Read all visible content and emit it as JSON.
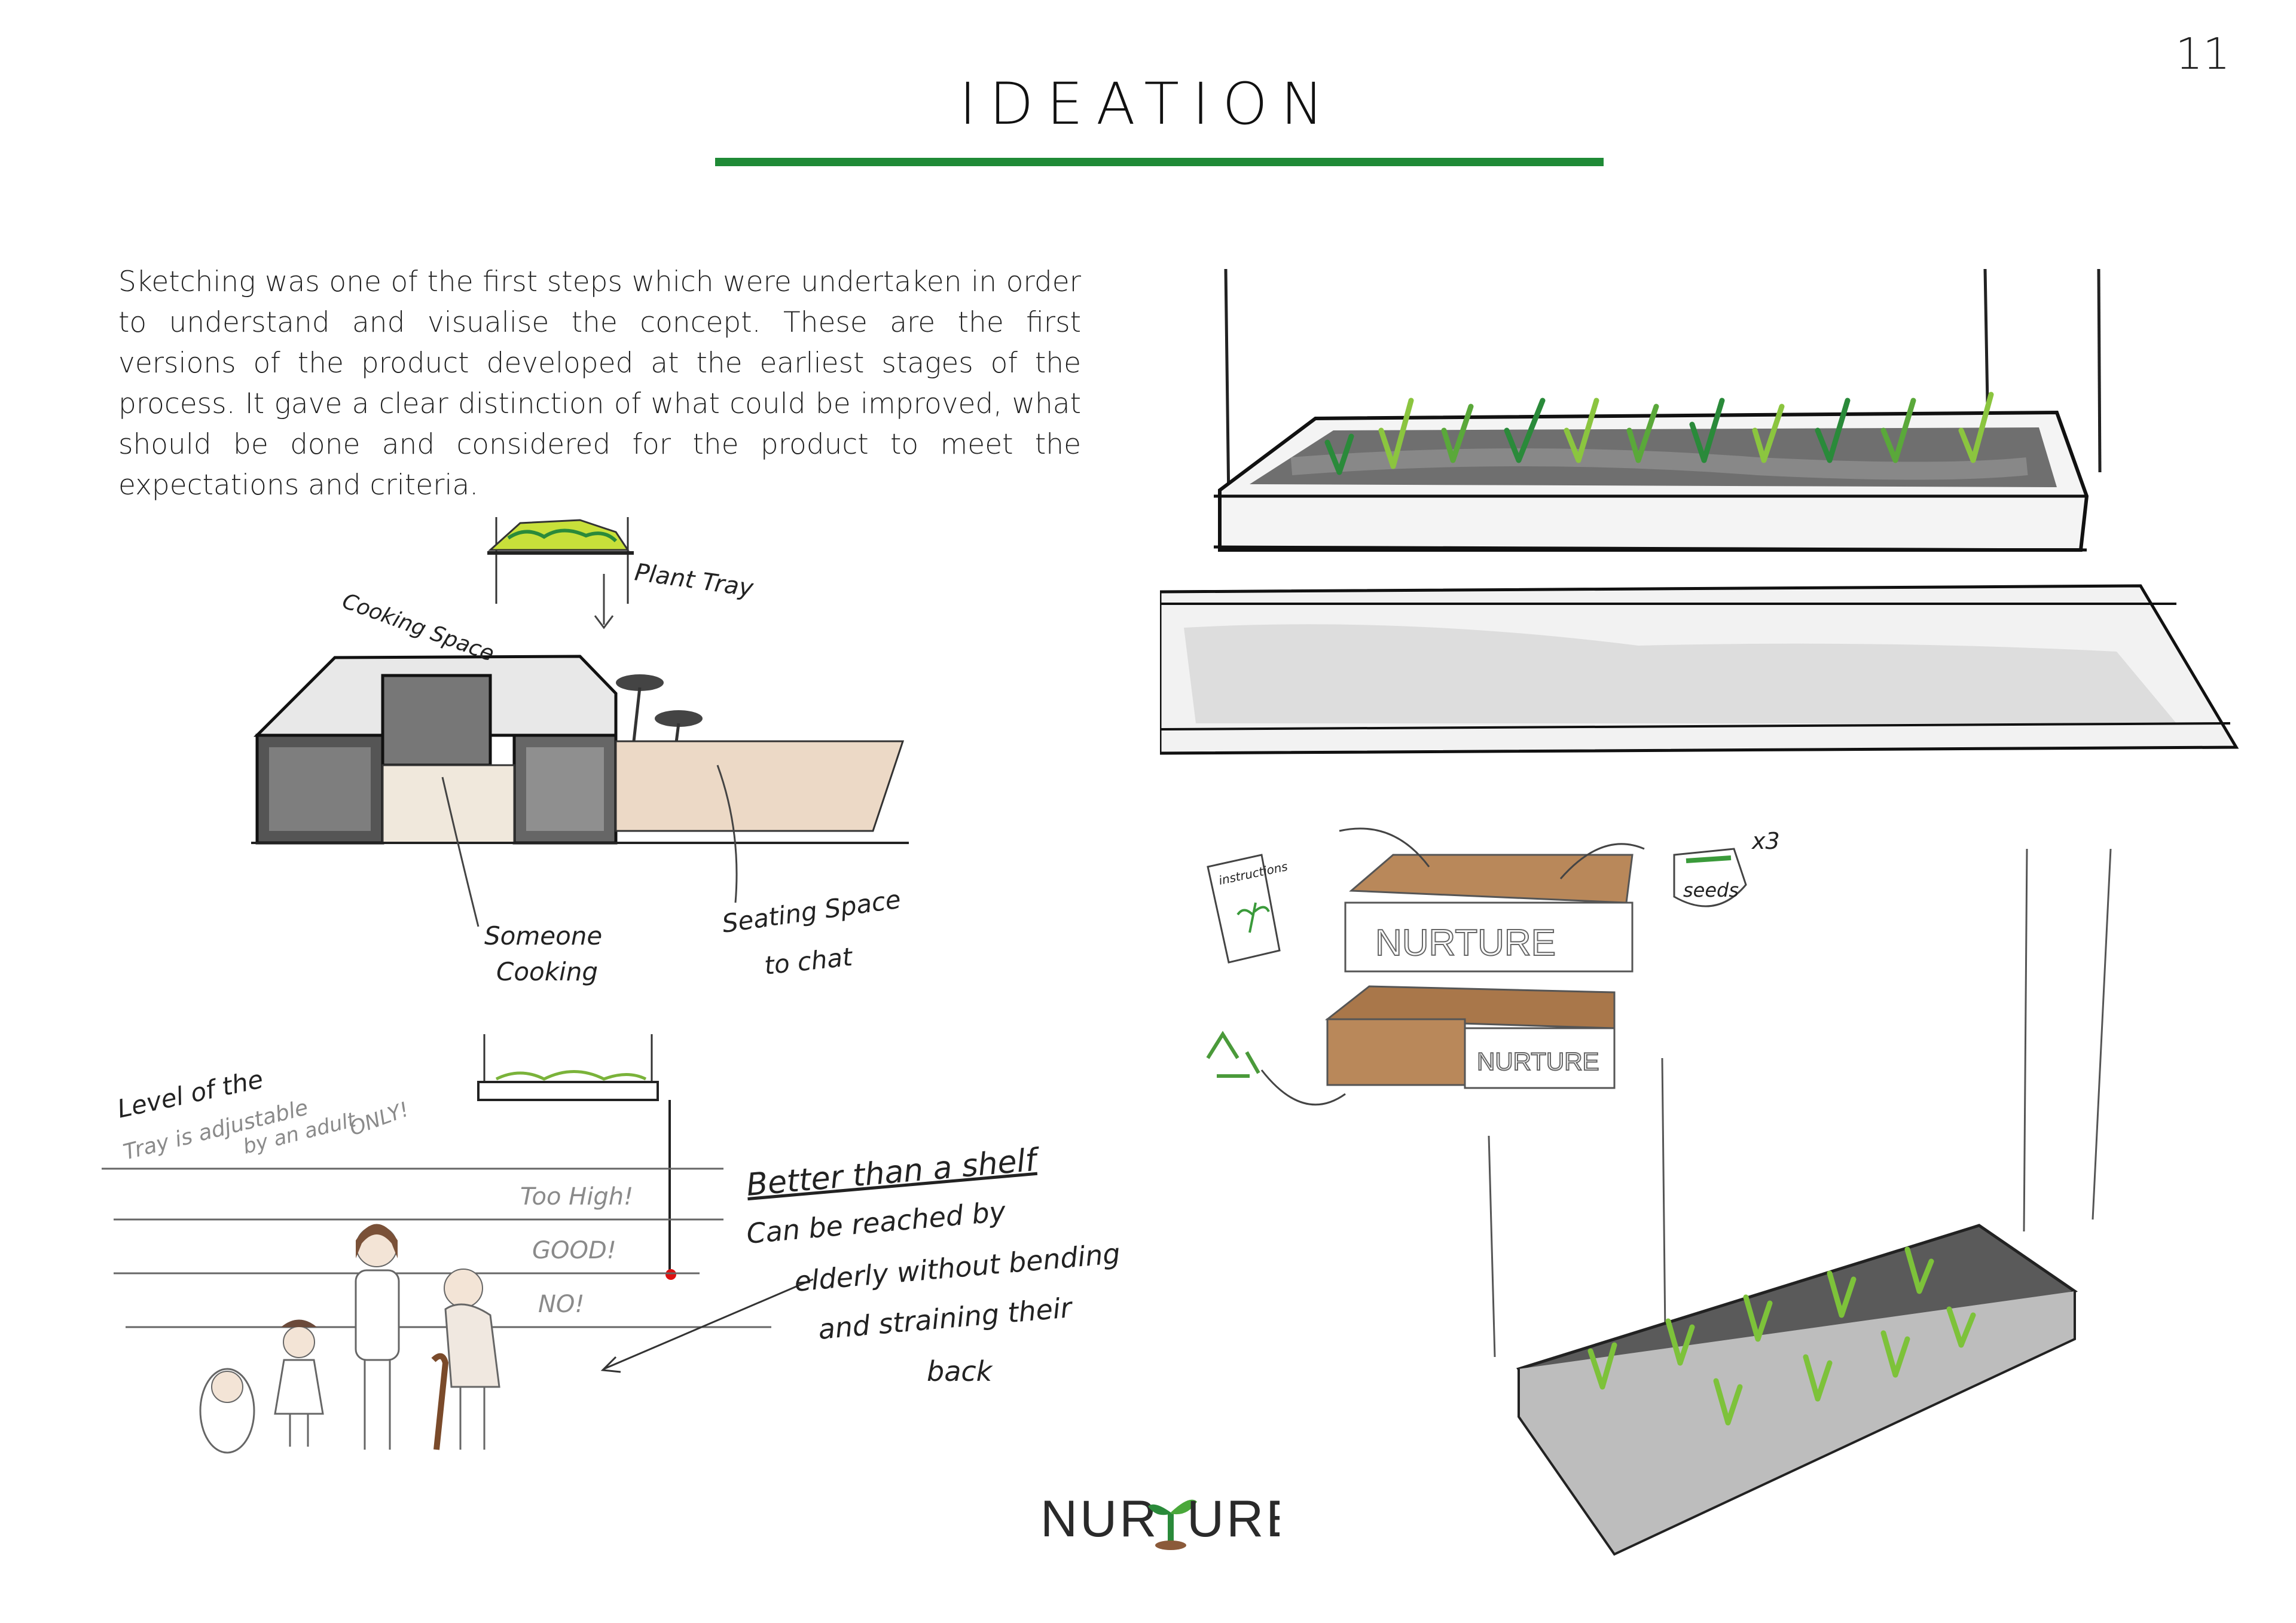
{
  "page": {
    "number": "11",
    "title": "IDEATION",
    "accent_color": "#1f8a36"
  },
  "intro": {
    "text": "Sketching was one of the first steps which were undertaken in order to understand and visualise the concept. These are the first versions of the product developed at the earliest stages of the process. It gave a clear distinction of what could be improved, what should be done and considered for the product to meet the expectations and criteria."
  },
  "sketch_kitchen": {
    "label_cooking_space": "Cooking Space",
    "label_plant_tray": "Plant Tray",
    "label_someone_cooking_1": "Someone",
    "label_someone_cooking_2": "Cooking",
    "label_seating_1": "Seating Space",
    "label_seating_2": "to chat"
  },
  "sketch_heights": {
    "label_level_1": "Level of the",
    "label_level_2": "Tray is adjustable",
    "label_level_3": "by an adult",
    "label_level_4": "ONLY!",
    "level_too_high": "Too High!",
    "level_good": "GOOD!",
    "level_no": "NO!",
    "note_heading": "Better than a shelf",
    "note_line1": "Can be reached by",
    "note_line2": "elderly without bending",
    "note_line3": "and straining their",
    "note_line4": "back"
  },
  "sketch_packaging": {
    "instructions_label": "instructions",
    "box_brand_top": "NURTURE",
    "box_brand_bottom": "NURTURE",
    "seeds_label": "seeds",
    "seeds_count": "x3"
  },
  "logo": {
    "text_left": "NUR",
    "text_right": "URE",
    "icon": "sprout-icon"
  }
}
